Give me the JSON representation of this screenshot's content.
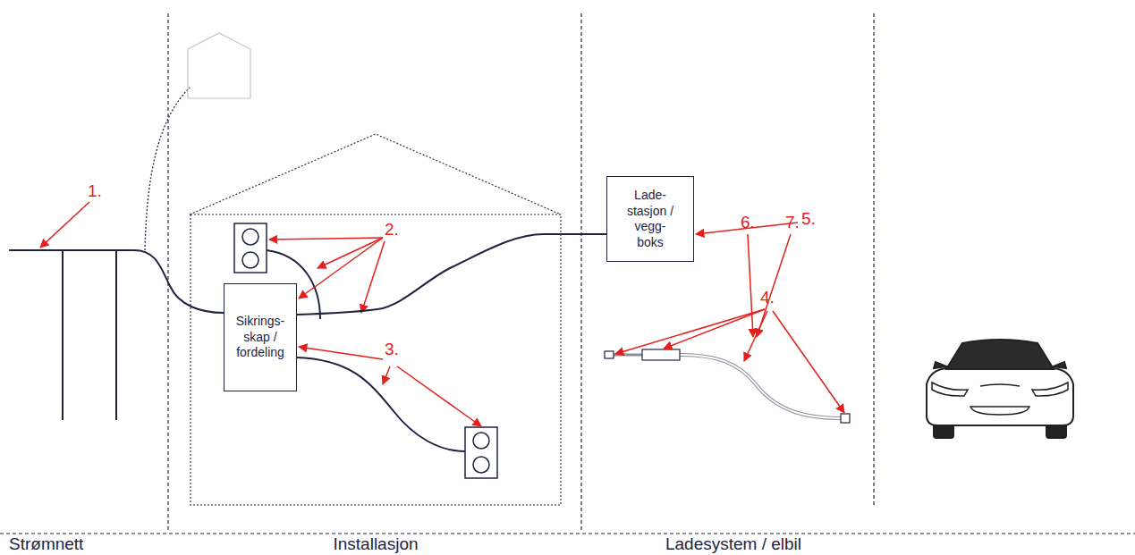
{
  "diagram": {
    "nodes": [
      {
        "text": [
          "Sikrings- skap / fordeling"
        ]
      },
      {
        "text": [
          "Lade- stasjon / vegg- boks"
        ]
      }
    ],
    "edges": [
      {
        "from": 0,
        "to": 1,
        "arrow": "none"
      }
    ],
    "labels": [
      "1.",
      "2.",
      "3.",
      "4.",
      "5.",
      "6.",
      "7.",
      "Strømnett",
      "Installasjon",
      "Ladesystem / elbil"
    ]
  }
}
